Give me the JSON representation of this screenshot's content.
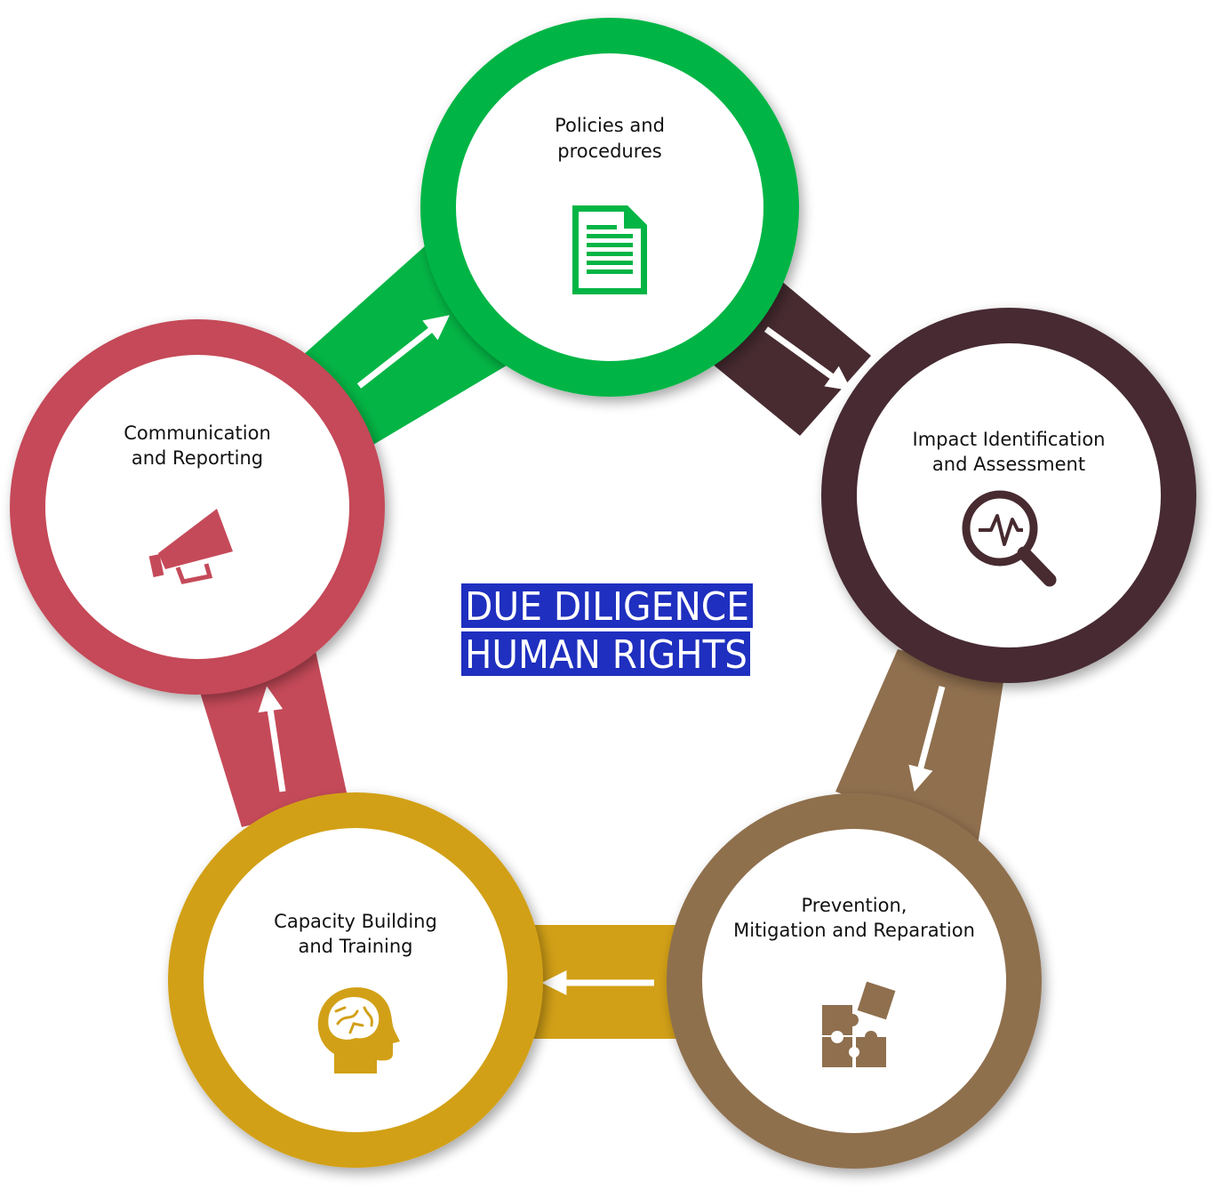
{
  "center": {
    "line1": "DUE DILIGENCE",
    "line2": "HUMAN RIGHTS",
    "bg_color": "#1f2fbf"
  },
  "nodes": [
    {
      "id": "policies",
      "title": [
        "Policies and",
        "procedures"
      ],
      "color": "#04b545",
      "icon": "document-icon"
    },
    {
      "id": "impact",
      "title": [
        "Impact Identification",
        "and Assessment"
      ],
      "color": "#472b31",
      "icon": "magnifier-pulse-icon"
    },
    {
      "id": "prevention",
      "title": [
        "Prevention,",
        "Mitigation and Reparation"
      ],
      "color": "#8f6f4e",
      "icon": "puzzle-icon"
    },
    {
      "id": "capacity",
      "title": [
        "Capacity Building",
        "and Training"
      ],
      "color": "#d2a017",
      "icon": "head-brain-icon"
    },
    {
      "id": "communication",
      "title": [
        "Communication",
        "and Reporting"
      ],
      "color": "#c54a59",
      "icon": "megaphone-icon"
    }
  ],
  "flow_order": [
    "policies",
    "impact",
    "prevention",
    "capacity",
    "communication",
    "policies"
  ]
}
